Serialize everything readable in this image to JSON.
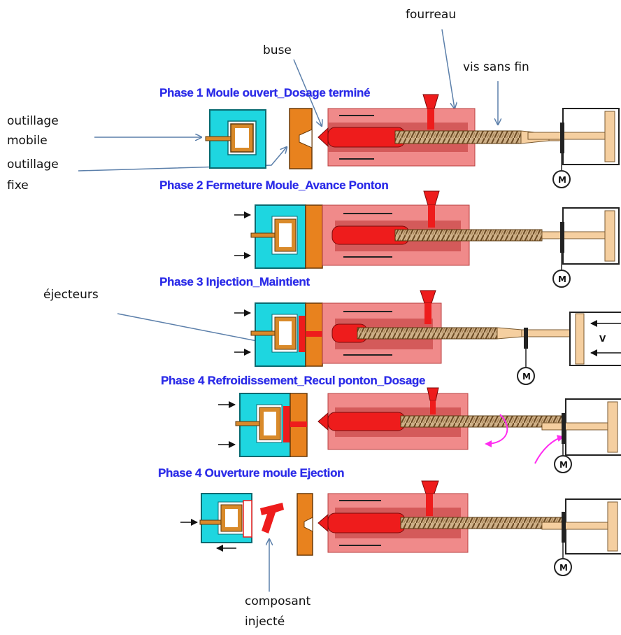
{
  "phases": [
    {
      "title": "Phase 1 Moule ouvert_Dosage terminé"
    },
    {
      "title": "Phase 2 Fermeture Moule_Avance Ponton"
    },
    {
      "title": "Phase 3 Injection_Maintient"
    },
    {
      "title": "Phase 4 Refroidissement_Recul ponton_Dosage"
    },
    {
      "title": "Phase 4 Ouverture moule  Ejection"
    }
  ],
  "labels": {
    "fourreau": "fourreau",
    "buse": "buse",
    "vis_sans_fin": "vis sans fin",
    "outillage_mobile_1": "outillage",
    "outillage_mobile_2": "mobile",
    "outillage_fixe_1": "outillage",
    "outillage_fixe_2": "fixe",
    "ejecteurs": "éjecteurs",
    "composant_1": "composant",
    "composant_2": "injecté"
  },
  "motor_symbol": "M",
  "velocity_symbol": "V",
  "colors": {
    "title_blue": "#2a2ae8",
    "mold_cyan": "#1ed6e0",
    "fixed_plate_orange": "#e8821e",
    "barrel_pink": "#f08a8a",
    "melt_red": "#ee1c1c",
    "screw_tan": "#c8a878",
    "piston_beige": "#f5cfa0",
    "rotation_magenta": "#ff2cf0",
    "callout_line": "#5b7faa"
  }
}
